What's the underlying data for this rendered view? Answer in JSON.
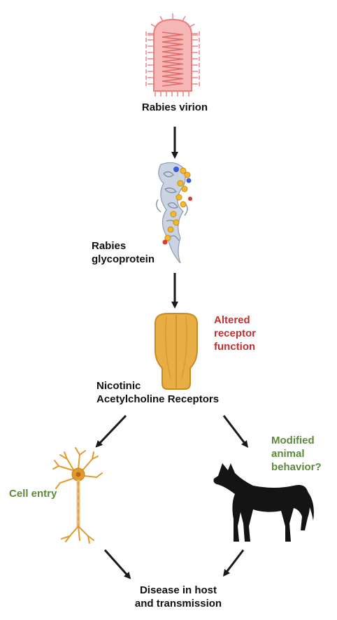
{
  "labels": {
    "virion": "Rabies virion",
    "glycoprotein": "Rabies\nglycoprotein",
    "altered": "Altered\nreceptor\nfunction",
    "receptors": "Nicotinic\nAcetylcholine Receptors",
    "cell_entry": "Cell entry",
    "behavior": "Modified\nanimal\nbehavior?",
    "disease": "Disease in host\nand transmission"
  },
  "icons": {
    "virion": "rabies-virion-icon",
    "glycoprotein": "glycoprotein-structure-icon",
    "receptor": "nicotinic-receptor-icon",
    "neuron": "neuron-icon",
    "dog": "dog-silhouette-icon"
  },
  "colors": {
    "virion": "#ee8a8a",
    "receptor": "#e9ad46",
    "neuron": "#e29a2f",
    "altered_text": "#c0302f",
    "green_text": "#5c8a3a",
    "arrow": "#1a1a1a"
  }
}
